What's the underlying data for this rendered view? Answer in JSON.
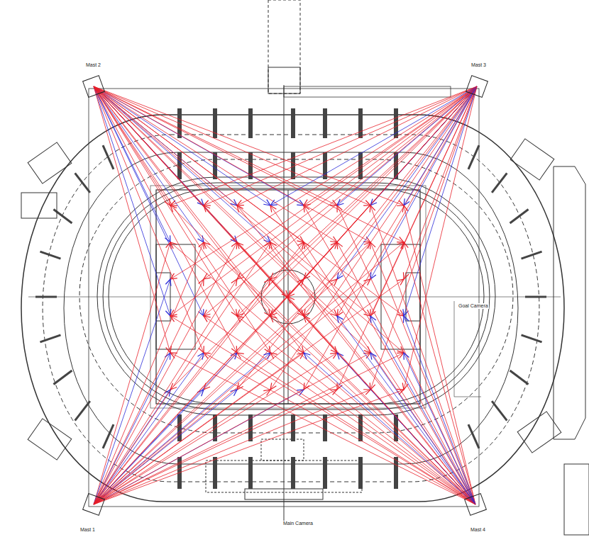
{
  "diagram": {
    "labels": [
      "Mast 2",
      "Mast 3",
      "Mast 1",
      "Mast 4",
      "Main Camera",
      "Goal Camera"
    ]
  }
}
